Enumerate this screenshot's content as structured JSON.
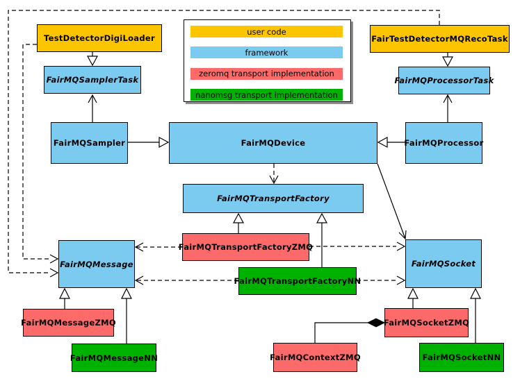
{
  "legend": {
    "items": [
      {
        "label": "user code",
        "color": "#FCC500"
      },
      {
        "label": "framework",
        "color": "#7BCBF0"
      },
      {
        "label": "zeromq transport implementation",
        "color": "#FC6A6A"
      },
      {
        "label": "nanomsg transport implementation",
        "color": "#00B200"
      }
    ]
  },
  "colors": {
    "user": "#FCC500",
    "framework": "#7BCBF0",
    "zmq": "#FC6A6A",
    "nn": "#00B200",
    "edge": "#000000"
  },
  "nodes": {
    "testDetectorDigiLoader": {
      "label": "TestDetectorDigiLoader",
      "category": "user code",
      "abstract": false
    },
    "fairTestDetectorMQRecoTask": {
      "label": "FairTestDetectorMQRecoTask",
      "category": "user code",
      "abstract": false
    },
    "fairMQSamplerTask": {
      "label": "FairMQSamplerTask",
      "category": "framework",
      "abstract": true
    },
    "fairMQProcessorTask": {
      "label": "FairMQProcessorTask",
      "category": "framework",
      "abstract": true
    },
    "fairMQSampler": {
      "label": "FairMQSampler",
      "category": "framework",
      "abstract": false
    },
    "fairMQDevice": {
      "label": "FairMQDevice",
      "category": "framework",
      "abstract": false
    },
    "fairMQProcessor": {
      "label": "FairMQProcessor",
      "category": "framework",
      "abstract": false
    },
    "fairMQTransportFactory": {
      "label": "FairMQTransportFactory",
      "category": "framework",
      "abstract": true
    },
    "fairMQTransportFactoryZMQ": {
      "label": "FairMQTransportFactoryZMQ",
      "category": "zeromq transport implementation",
      "abstract": false
    },
    "fairMQTransportFactoryNN": {
      "label": "FairMQTransportFactoryNN",
      "category": "nanomsg transport implementation",
      "abstract": false
    },
    "fairMQMessage": {
      "label": "FairMQMessage",
      "category": "framework",
      "abstract": true
    },
    "fairMQSocket": {
      "label": "FairMQSocket",
      "category": "framework",
      "abstract": true
    },
    "fairMQMessageZMQ": {
      "label": "FairMQMessageZMQ",
      "category": "zeromq transport implementation",
      "abstract": false
    },
    "fairMQMessageNN": {
      "label": "FairMQMessageNN",
      "category": "nanomsg transport implementation",
      "abstract": false
    },
    "fairMQSocketZMQ": {
      "label": "FairMQSocketZMQ",
      "category": "zeromq transport implementation",
      "abstract": false
    },
    "fairMQSocketNN": {
      "label": "FairMQSocketNN",
      "category": "nanomsg transport implementation",
      "abstract": false
    },
    "fairMQContextZMQ": {
      "label": "FairMQContextZMQ",
      "category": "zeromq transport implementation",
      "abstract": false
    }
  }
}
